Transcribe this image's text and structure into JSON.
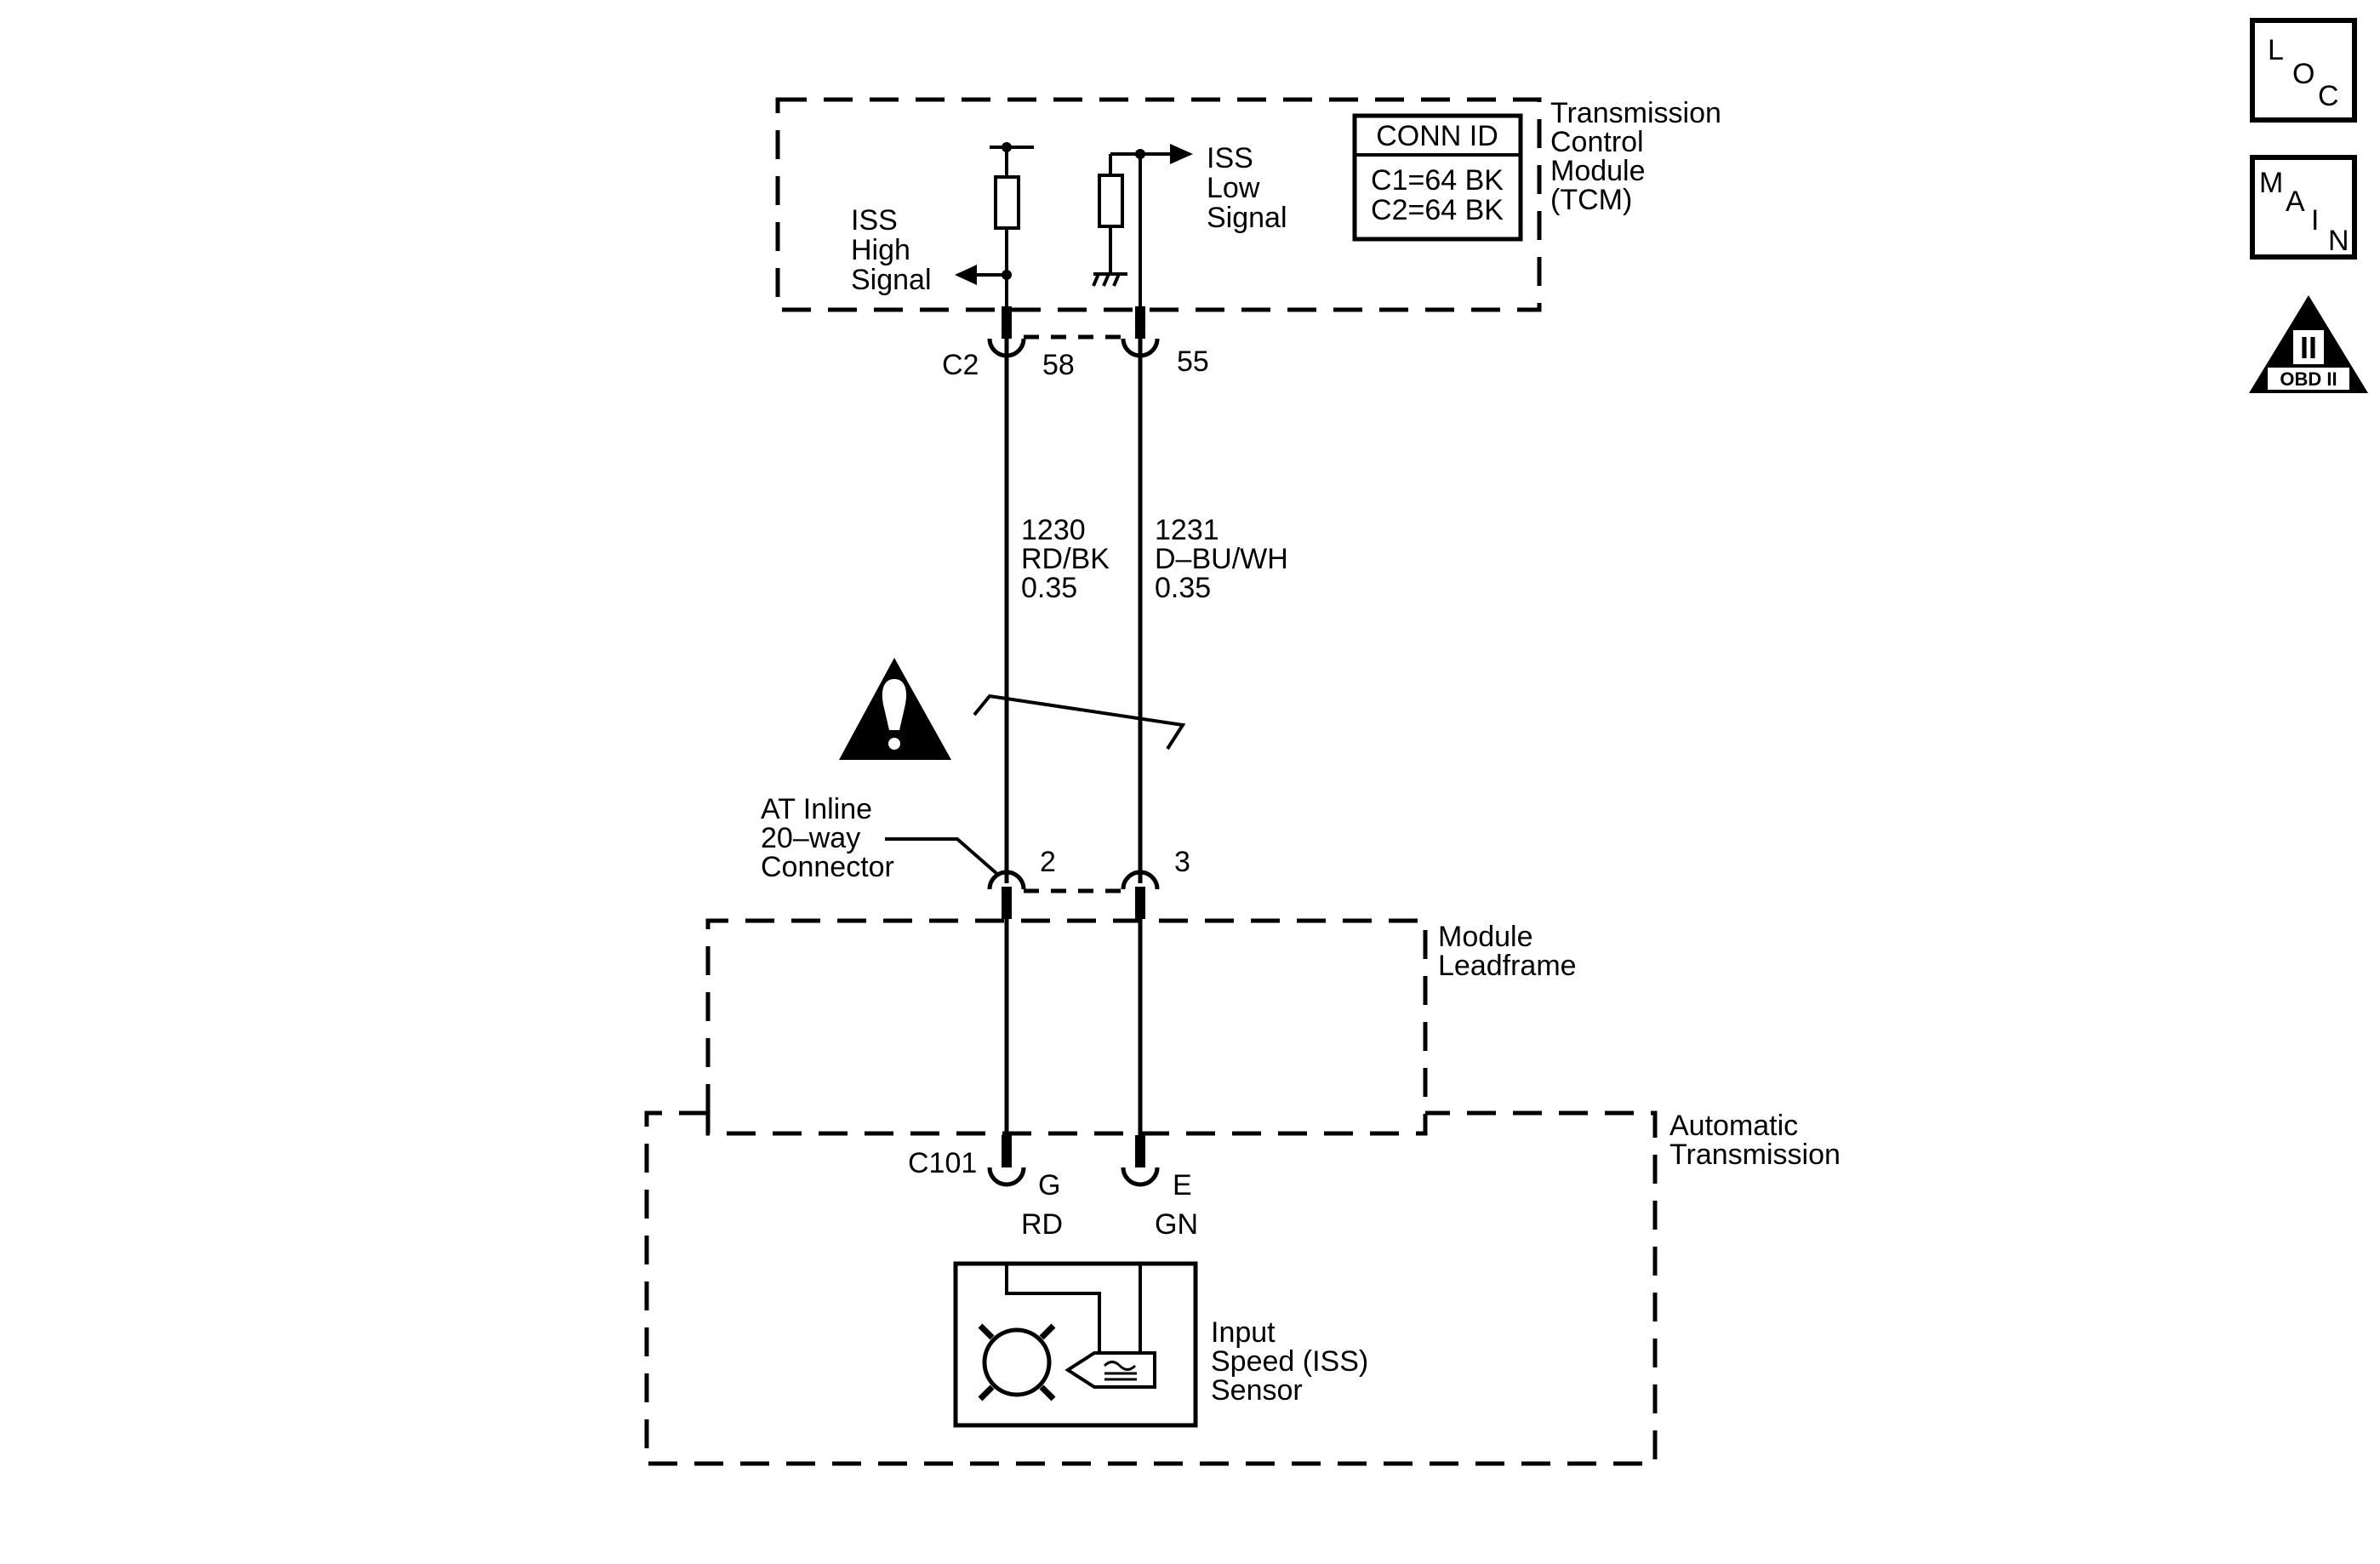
{
  "tcm": {
    "label_lines": [
      "Transmission",
      "Control",
      "Module",
      "(TCM)"
    ],
    "conn_id": {
      "header": "CONN ID",
      "rows": [
        "C1=64 BK",
        "C2=64 BK"
      ]
    },
    "iss_high_lines": [
      "ISS",
      "High",
      "Signal"
    ],
    "iss_low_lines": [
      "ISS",
      "Low",
      "Signal"
    ],
    "connector": "C2",
    "pin_high": "58",
    "pin_low": "55"
  },
  "wires": {
    "high_lines": [
      "1230",
      "RD/BK",
      "0.35"
    ],
    "low_lines": [
      "1231",
      "D–BU/WH",
      "0.35"
    ]
  },
  "inline_connector": {
    "label_lines": [
      "AT Inline",
      "20–way",
      "Connector"
    ],
    "pin_high": "2",
    "pin_low": "3"
  },
  "leadframe": {
    "label_lines": [
      "Module",
      "Leadframe"
    ]
  },
  "transmission": {
    "label_lines": [
      "Automatic",
      "Transmission"
    ],
    "connector": "C101",
    "pin_high": "G",
    "pin_low": "E",
    "color_high": "RD",
    "color_low": "GN"
  },
  "sensor": {
    "label_lines": [
      "Input",
      "Speed (ISS)",
      "Sensor"
    ]
  },
  "nav": {
    "loc": [
      "L",
      "O",
      "C"
    ],
    "main": [
      "M",
      "A",
      "I",
      "N"
    ],
    "obd": "OBD II",
    "obd_mark": "II"
  }
}
